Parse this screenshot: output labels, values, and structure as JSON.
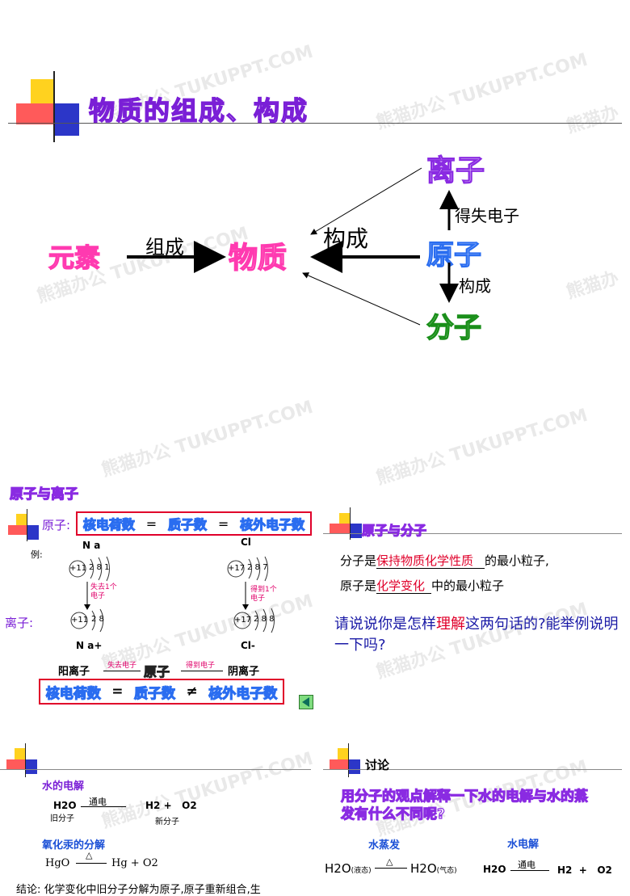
{
  "watermark": {
    "main": "熊猫办公 TUKUPPT.COM",
    "short": "熊猫办"
  },
  "slide1": {
    "title": "物质的组成、构成",
    "yuansu": "元素",
    "zucheng": "组成",
    "wuzhi": "物质",
    "goucheng_main": "构成",
    "lizi": "离子",
    "deshi": "得失电子",
    "yuanzi": "原子",
    "goucheng_down": "构成",
    "fenzi": "分子"
  },
  "slide2": {
    "heading": "原子与离子",
    "yuanzi_label": "原子:",
    "eq1": {
      "a": "核电荷数",
      "op1": "=",
      "b": "质子数",
      "op2": "=",
      "c": "核外电子数"
    },
    "example_label": "例:",
    "na_label": "N a",
    "cl_label": "Cl",
    "na_atom": {
      "nucleus": "+11",
      "shells": "2 8 1"
    },
    "cl_atom": {
      "nucleus": "+17",
      "shells": "2 8 7"
    },
    "lose_text": "失去1个电子",
    "gain_text": "得到1个电子",
    "lizi_label": "离子:",
    "na_ion": {
      "nucleus": "+11",
      "shells": "2 8"
    },
    "cl_ion": {
      "nucleus": "+17",
      "shells": "2 8 8"
    },
    "na_ion_label": "N a+",
    "cl_ion_label": "Cl-",
    "chain": {
      "left": "阳离子",
      "lose": "失去电子",
      "mid": "原子",
      "gain": "得到电子",
      "right": "阴离子"
    },
    "eq2": {
      "a": "核电荷数",
      "op1": "=",
      "b": "质子数",
      "op2": "≠",
      "c": "核外电子数"
    }
  },
  "slide3": {
    "heading": "原子与分子",
    "line1_pre": "分子是",
    "line1_fill": "保持物质化学性质",
    "line1_post": "的最小粒子,",
    "line2_pre": "原子是",
    "line2_fill": "化学变化",
    "line2_post": "中的最小粒子",
    "question_a": "请说说你是怎样",
    "question_hl": "理解",
    "question_b": "这两句话的?能举例说明一下吗?"
  },
  "slide4": {
    "heading": "水的电解",
    "h2o": "H2O",
    "tongdian": "通电",
    "products": "H2 +   O2",
    "old_mol": "旧分子",
    "new_mol": "新分子",
    "heading2": "氧化汞的分解",
    "hgo_eq": {
      "left": "HgO",
      "cond": "△",
      "right": "Hg + O2"
    },
    "conclusion": "结论: 化学变化中旧分子分解为原子,原子重新组合,生"
  },
  "slide5": {
    "heading": "讨论",
    "question": "用分子的观点解释一下水的电解与水的蒸发有什么不同呢?",
    "evap_label": "水蒸发",
    "elec_label": "水电解",
    "evap_eq": {
      "left": "H2O",
      "left_state": "液态",
      "cond": "△",
      "right": "H2O",
      "right_state": "气态"
    },
    "elec_eq": {
      "left": "H2O",
      "cond": "通电",
      "right": "H2  +   O2"
    }
  },
  "colors": {
    "purple": "#7a1fd6",
    "pink": "#ff3ab0",
    "blue": "#2a6df0",
    "green": "#1a8f1a",
    "red": "#e0002a",
    "navy": "#1a1aa6"
  }
}
